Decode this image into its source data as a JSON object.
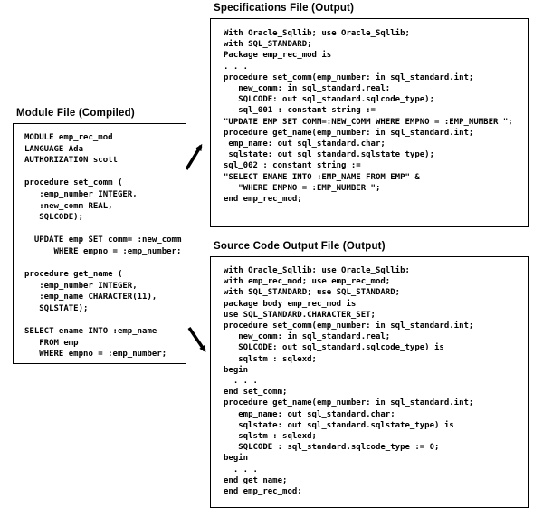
{
  "module_file": {
    "title": "Module File (Compiled)",
    "code": [
      "MODULE emp_rec_mod",
      "LANGUAGE Ada",
      "AUTHORIZATION scott",
      "",
      "procedure set_comm (",
      "   :emp_number INTEGER,",
      "   :new_comm REAL,",
      "   SQLCODE);",
      "",
      "  UPDATE emp SET comm= :new_comm",
      "      WHERE empno = :emp_number;",
      "",
      "procedure get_name (",
      "   :emp_number INTEGER,",
      "   :emp_name CHARACTER(11),",
      "   SQLSTATE);",
      "",
      "SELECT ename INTO :emp_name",
      "   FROM emp",
      "   WHERE empno = :emp_number;"
    ]
  },
  "spec_file": {
    "title": "Specifications File (Output)",
    "code": [
      "With Oracle_Sqllib; use Oracle_Sqllib;",
      "with SQL_STANDARD;",
      "Package emp_rec_mod is",
      ". . .",
      "procedure set_comm(emp_number: in sql_standard.int;",
      "   new_comm: in sql_standard.real;",
      "   SQLCODE: out sql_standard.sqlcode_type);",
      "   sql_001 : constant string :=",
      "\"UPDATE EMP SET COMM=:NEW_COMM WHERE EMPNO = :EMP_NUMBER \";",
      "procedure get_name(emp_number: in sql_standard.int;",
      " emp_name: out sql_standard.char;",
      " sqlstate: out sql_standard.sqlstate_type);",
      "sql_002 : constant string :=",
      "\"SELECT ENAME INTO :EMP_NAME FROM EMP\" &",
      "   \"WHERE EMPNO = :EMP_NUMBER \";",
      "end emp_rec_mod;"
    ]
  },
  "source_file": {
    "title": "Source Code Output File (Output)",
    "code": [
      "with Oracle_Sqllib; use Oracle_Sqllib;",
      "with emp_rec_mod; use emp_rec_mod;",
      "with SQL_STANDARD; use SQL_STANDARD;",
      "package body emp_rec_mod is",
      "use SQL_STANDARD.CHARACTER_SET;",
      "procedure set_comm(emp_number: in sql_standard.int;",
      "   new_comm: in sql_standard.real;",
      "   SQLCODE: out sql_standard.sqlcode_type) is",
      "   sqlstm : sqlexd;",
      "begin",
      "  . . .",
      "end set_comm;",
      "procedure get_name(emp_number: in sql_standard.int;",
      "   emp_name: out sql_standard.char;",
      "   sqlstate: out sql_standard.sqlstate_type) is",
      "   sqlstm : sqlexd;",
      "   SQLCODE : sql_standard.sqlcode_type := 0;",
      "begin",
      "  . . .",
      "end get_name;",
      "end emp_rec_mod;"
    ]
  },
  "colors": {
    "background": "#ffffff",
    "ink": "#000000"
  }
}
